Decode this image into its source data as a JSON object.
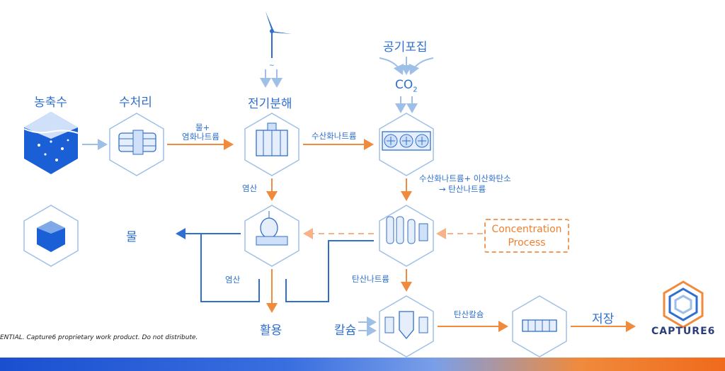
{
  "labels": {
    "agricultural_water": "농축수",
    "water_treatment": "수처리",
    "electrolysis": "전기분해",
    "air_capture": "공기포집",
    "co2_main": "CO",
    "co2_sub": "2",
    "water_plus": "물+",
    "sodium_chloride": "염화나트륨",
    "sodium_hydroxide": "수산화나트륨",
    "hydrochloric_acid_1": "염산",
    "naoh_co2_line1": "수산화나트륨+ 이산화탄소",
    "naoh_co2_line2": "→ 탄산나트륨",
    "water": "물",
    "hydrochloric_acid_2": "염산",
    "sodium_carbonate": "탄산나트륨",
    "utilization": "활용",
    "calcium": "칼슘",
    "calcium_carbonate": "탄산칼슘",
    "storage": "저장",
    "concentration_line1": "Concentration",
    "concentration_line2": "Process"
  },
  "footer": "ENTIAL. Capture6 proprietary work product. Do not distribute.",
  "brand": "CAPTURE6",
  "colors": {
    "blue": "#2e6fd0",
    "light_blue": "#9dbfe8",
    "orange": "#f08a3c",
    "hex_stroke": "#9dbfe8"
  }
}
